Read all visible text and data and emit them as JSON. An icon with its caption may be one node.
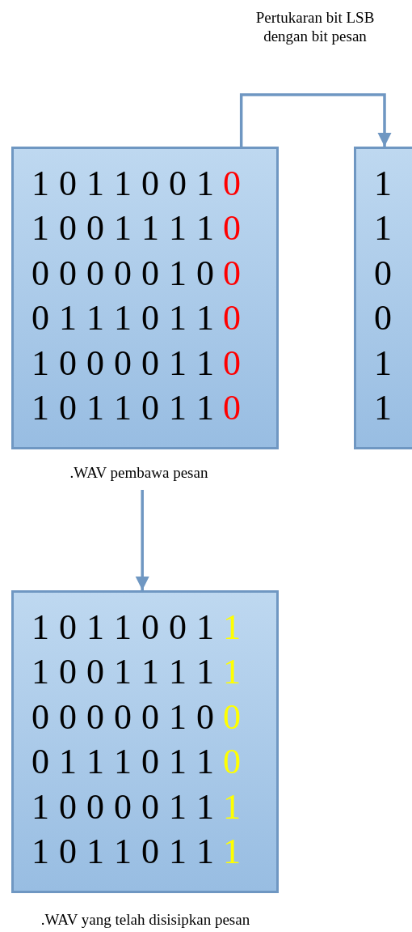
{
  "diagram": {
    "nodes": [
      {
        "text": [
          "1 0 1 1 0 0 1",
          "0",
          "1 0 0 1 1 1 1",
          "0",
          "0 0 0 0 0 1 0",
          "0",
          "0 1 1 1 0 1 1",
          "0",
          "1 0 0 0 0 1 1",
          "0",
          "1 0 1 1 0 1 1",
          "0"
        ],
        "beside": [
          ".WAV pembawa pesan"
        ]
      },
      {
        "text": [
          "1",
          "1",
          "0",
          "0",
          "1",
          "1"
        ]
      },
      {
        "text": [
          "1 0 1 1 0 0 1",
          "1",
          "1 0 0 1 1 1 1",
          "1",
          "0 0 0 0 0 1 0",
          "0",
          "0 1 1 1 0 1 1",
          "0",
          "1 0 0 0 0 1 1",
          "1",
          "1 0 1 1 0 1 1",
          "1"
        ],
        "beside": [
          ".WAV yang telah disisipkan pesan"
        ]
      }
    ],
    "edges": [
      {
        "from": 0,
        "to": 1,
        "arrow": "to",
        "label": "Pertukaran bit LSB dengan bit pesan"
      },
      {
        "from": 0,
        "to": 2,
        "arrow": "to"
      }
    ]
  }
}
